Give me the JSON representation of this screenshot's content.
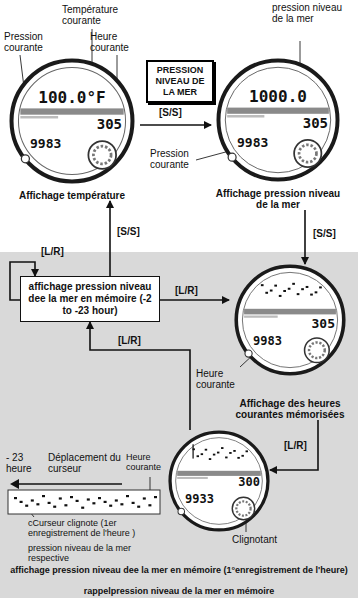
{
  "diagram": {
    "nodes": [
      {
        "text": [
          "100.0°F",
          "305",
          "9983",
          "Affichage température"
        ]
      },
      {
        "text": [
          "PRESSION NIVEAU DE LA MER"
        ]
      },
      {
        "text": [
          "1000.0",
          "305",
          "9983",
          "Affichage pression niveau de la mer"
        ]
      },
      {
        "text": [
          "affichage pression niveau dee la mer en mémoire (-2 to -23 hour)"
        ]
      },
      {
        "text": [
          "305",
          "9983",
          "Affichage des heures courantes mémorisées"
        ]
      },
      {
        "text": [
          "300",
          "9933"
        ]
      }
    ],
    "edges": [
      {
        "from": 0,
        "to": 2,
        "arrow": "to",
        "label": "[S/S]"
      },
      {
        "from": 2,
        "to": 4,
        "arrow": "to",
        "label": "[S/S]"
      },
      {
        "from": 3,
        "to": 0,
        "arrow": "to",
        "label": "[S/S]"
      },
      {
        "from": 3,
        "to": 4,
        "arrow": "to",
        "label": "[L/R]"
      },
      {
        "from": 4,
        "to": 5,
        "arrow": "to",
        "label": "[L/R]"
      },
      {
        "from": 5,
        "to": 3,
        "arrow": "to",
        "label": "[L/R]"
      },
      {
        "from": 3,
        "to": 3,
        "arrow": "to",
        "label": "[L/R]"
      }
    ],
    "labels": [
      "Température courante",
      "Pression courante",
      "Heure courante",
      "pression niveau de la mer",
      "Pression courante",
      "Heure courante",
      "- 23 heure",
      "Déplacement du curseur",
      "Heure courante",
      "cCurseur clignote (1er enregistrement de l'heure )",
      "pression niveau de la mer respective",
      "Clignotant",
      "affichage pression niveau dee la mer en mémoire (1°enregistrement de l'heure)",
      "rappelpression niveau de la mer en mémoire"
    ]
  }
}
